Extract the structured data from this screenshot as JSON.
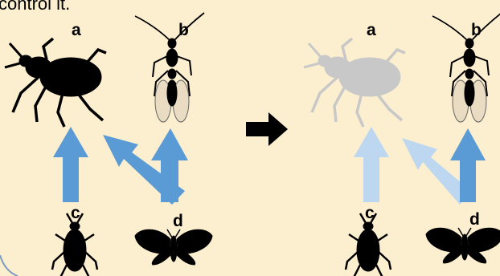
{
  "caption_fragment": "control it.",
  "colors": {
    "background": "#fcefcf",
    "arrow_strong": "#5b9bd5",
    "arrow_faded": "#bcd7ef",
    "silhouette": "#000000",
    "faded_silhouette": "#c8c8c8"
  },
  "before_panel": {
    "labels": {
      "a": "a",
      "b": "b",
      "c": "c",
      "d": "d"
    }
  },
  "after_panel": {
    "labels": {
      "a": "a",
      "b": "b",
      "c": "c",
      "d": "d"
    }
  },
  "transition_icon": "right-arrow-icon"
}
